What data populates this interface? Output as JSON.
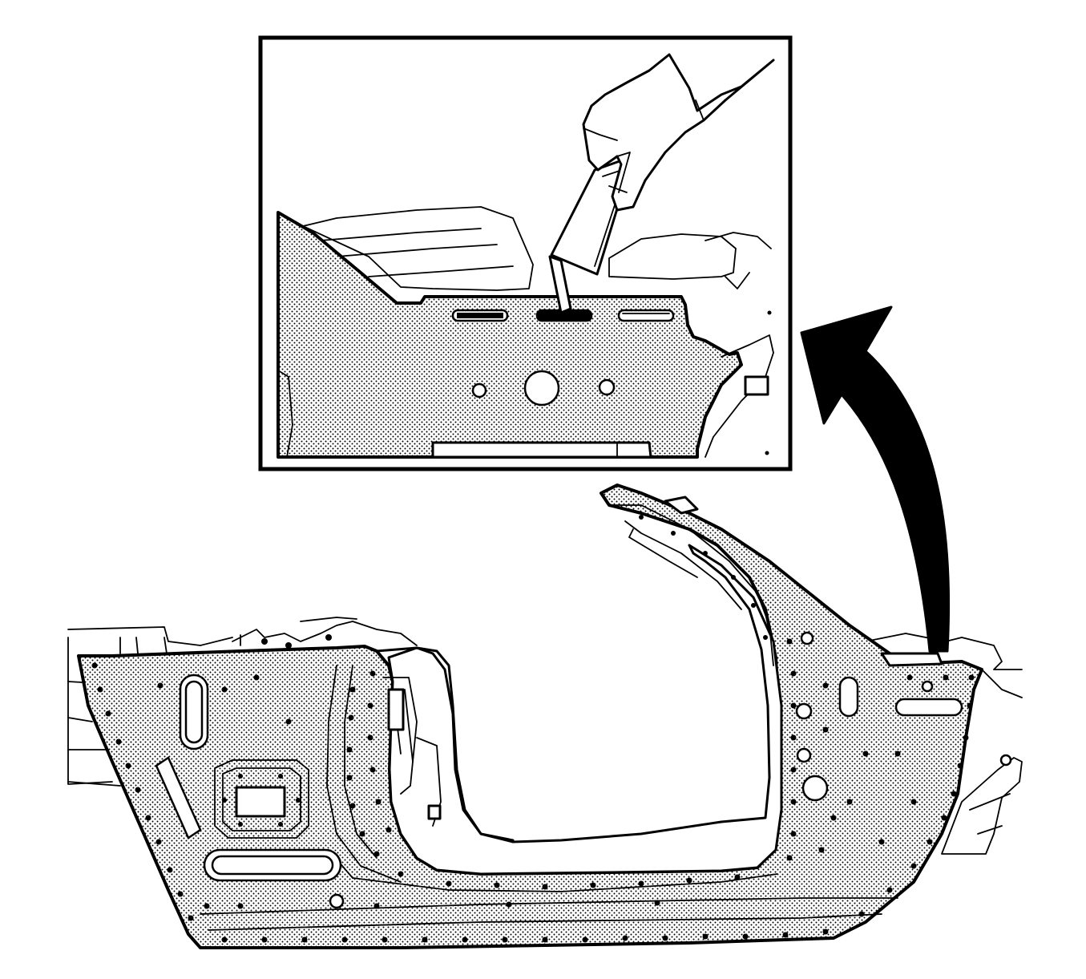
{
  "figure": {
    "background": "#ffffff",
    "ink": "#000000",
    "stipple_color": "#000000",
    "main_view": "body-side-panel",
    "inset_view": "hand-cutting-slot-detail",
    "callout": "curved-arrow-from-panel-to-inset"
  }
}
